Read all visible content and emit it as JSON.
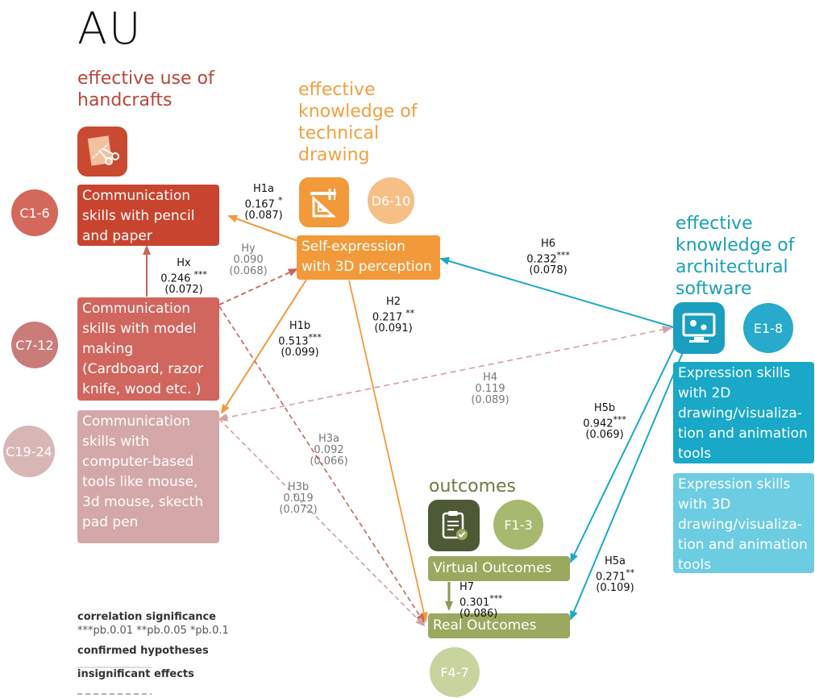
{
  "title": "AU",
  "categories": {
    "handcrafts": "effective use of handcrafts",
    "technical": "effective knowledge of technical drawing",
    "software": "effective knowledge of architectural software",
    "outcomes": "outcomes"
  },
  "circles": {
    "c1": "C1-6",
    "c7": "C7-12",
    "c19": "C19-24",
    "d6": "D6-10",
    "e1": "E1-8",
    "f1": "F1-3",
    "f4": "F4-7"
  },
  "boxes": {
    "pencil": "Communication skills with pencil and paper",
    "model": "Communication skills with model making (Cardboard, razor knife, wood etc. )",
    "computer": "Communication skills with computer-based tools like mouse, 3d mouse, skecth pad pen",
    "selfexpr": "Self-expression with 3D perception",
    "e2d": "Expression skills with 2D drawing/visualiza-tion and animation tools",
    "e3d": "Expression skills with 3D drawing/visualiza-tion and animation tools",
    "virtual": "Virtual Outcomes",
    "real": "Real Outcomes"
  },
  "hypotheses": {
    "h1a": {
      "name": "H1a",
      "coef": "0.167",
      "stars": "*",
      "se": "(0.087)"
    },
    "hy": {
      "name": "Hy",
      "coef": "0.090",
      "stars": "",
      "se": "(0.068)"
    },
    "hx": {
      "name": "Hx",
      "coef": "0.246",
      "stars": "***",
      "se": "(0.072)"
    },
    "h1b": {
      "name": "H1b",
      "coef": "0.513",
      "stars": "***",
      "se": "(0.099)"
    },
    "h2": {
      "name": "H2",
      "coef": "0.217",
      "stars": "**",
      "se": "(0.091)"
    },
    "h6": {
      "name": "H6",
      "coef": "0.232",
      "stars": "***",
      "se": "(0.078)"
    },
    "h4": {
      "name": "H4",
      "coef": "0.119",
      "stars": "",
      "se": "(0.089)"
    },
    "h3a": {
      "name": "H3a",
      "coef": "0.092",
      "stars": "",
      "se": "(0.066)"
    },
    "h3b": {
      "name": "H3b",
      "coef": "0.019",
      "stars": "",
      "se": "(0.072)"
    },
    "h5b": {
      "name": "H5b",
      "coef": "0.942",
      "stars": "***",
      "se": "(0.069)"
    },
    "h5a": {
      "name": "H5a",
      "coef": "0.271",
      "stars": "**",
      "se": "(0.109)"
    },
    "h7": {
      "name": "H7",
      "coef": "0.301",
      "stars": "***",
      "se": "(0.086)"
    }
  },
  "legend": {
    "significance_title": "correlation significance",
    "significance_values": "***pb.0.01 **pb.0.05 *pb.0.1",
    "confirmed": "confirmed hypotheses",
    "insignificant": "insignificant effects"
  },
  "icons": {
    "handcraft": "scissors-paper-icon",
    "technical": "drafting-ruler-icon",
    "software": "computer-monitor-settings-icon",
    "outcomes": "clipboard-check-icon"
  },
  "colors": {
    "red_dark": "#c9442f",
    "red_mid": "#d0665e",
    "red_light": "#d4a8a8",
    "orange": "#f29a3a",
    "orange_light": "#f5bf86",
    "teal": "#19a8c7",
    "teal_light": "#5fc8e0",
    "olive": "#9aa95f",
    "olive_dark": "#4e5a35"
  }
}
